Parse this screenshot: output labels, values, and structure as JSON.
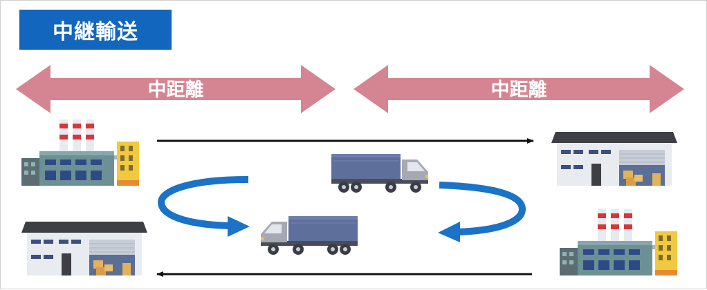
{
  "title": "中継輸送",
  "distance_arrows": [
    {
      "label": "中距離"
    },
    {
      "label": "中距離"
    }
  ],
  "colors": {
    "title_bg": "#1266bd",
    "distance_arrow": "#d58592",
    "loop_arrow": "#1a73c6",
    "truck_cargo": "#5e6f9c",
    "truck_cab": "#a6a9b1",
    "factory": "#6d9094",
    "warehouse_wall": "#e8ebf0",
    "warehouse_roof": "#3d3f45"
  },
  "icons": [
    "factory-icon",
    "warehouse-icon",
    "truck-icon",
    "cycle-arrow-icon"
  ]
}
